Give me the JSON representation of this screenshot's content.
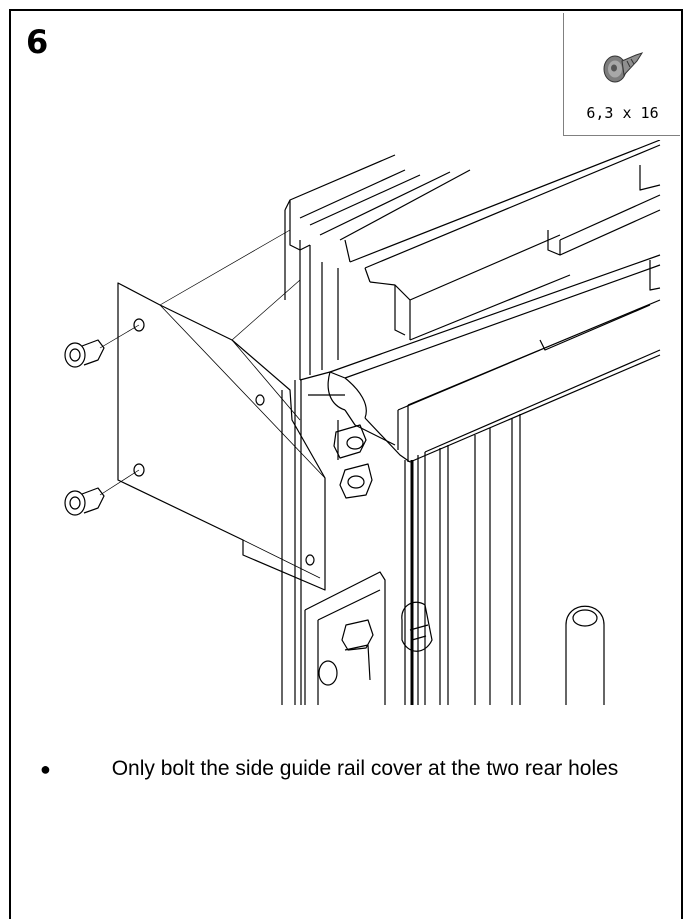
{
  "step": {
    "number": "6"
  },
  "hardware": {
    "screw_size": "6,3 x 16",
    "icon": "screw-icon",
    "icon_color": "#8a8a8a"
  },
  "instructions": [
    "Only bolt the side guide rail cover at the two rear holes"
  ],
  "colors": {
    "line": "#000000",
    "background": "#ffffff"
  }
}
